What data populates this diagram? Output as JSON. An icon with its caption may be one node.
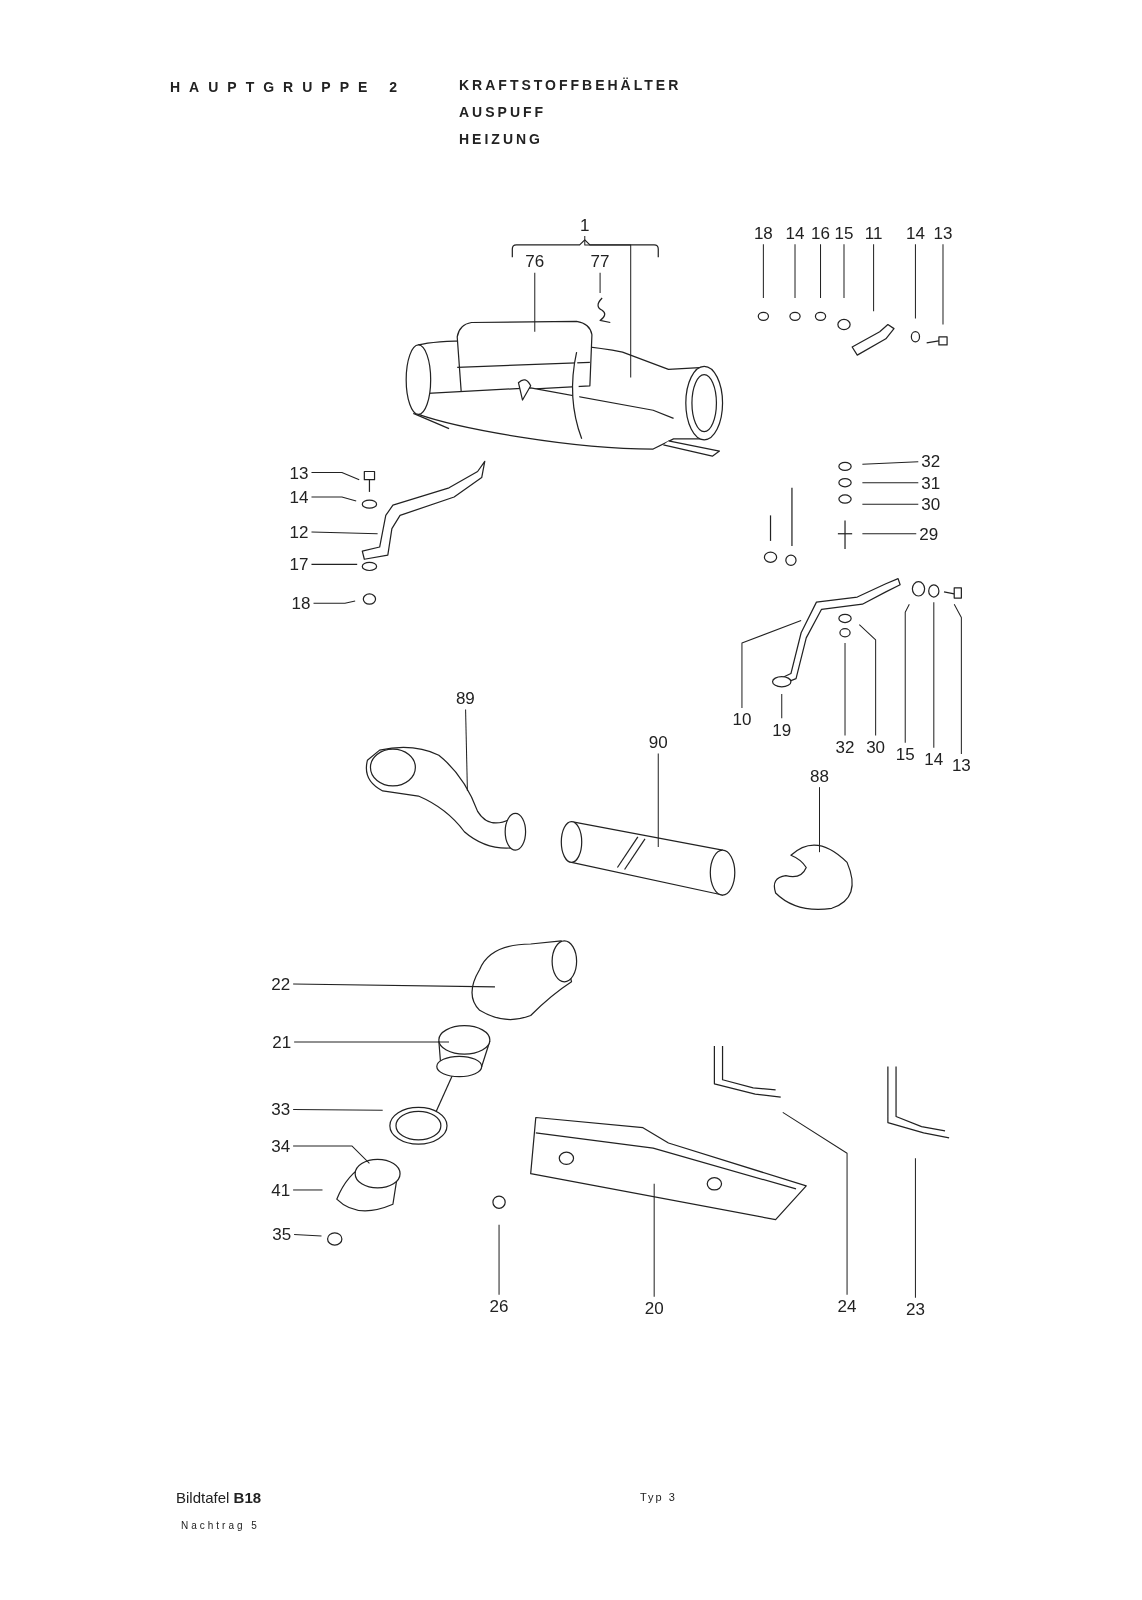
{
  "diagram": {
    "title": "HAUPTGRUPPE 2",
    "nodes": [
      {
        "text": [
          "1"
        ]
      },
      {
        "text": [
          "76"
        ]
      },
      {
        "text": [
          "77"
        ]
      },
      {
        "text": [
          "18"
        ]
      },
      {
        "text": [
          "14"
        ]
      },
      {
        "text": [
          "16"
        ]
      },
      {
        "text": [
          "15"
        ]
      },
      {
        "text": [
          "11"
        ]
      },
      {
        "text": [
          "14"
        ]
      },
      {
        "text": [
          "13"
        ]
      },
      {
        "text": [
          "13"
        ]
      },
      {
        "text": [
          "14"
        ]
      },
      {
        "text": [
          "12"
        ]
      },
      {
        "text": [
          "17"
        ]
      },
      {
        "text": [
          "18"
        ]
      },
      {
        "text": [
          "32"
        ]
      },
      {
        "text": [
          "31"
        ]
      },
      {
        "text": [
          "30"
        ]
      },
      {
        "text": [
          "29"
        ]
      },
      {
        "text": [
          "10"
        ]
      },
      {
        "text": [
          "19"
        ]
      },
      {
        "text": [
          "32"
        ]
      },
      {
        "text": [
          "30"
        ]
      },
      {
        "text": [
          "15"
        ]
      },
      {
        "text": [
          "14"
        ]
      },
      {
        "text": [
          "13"
        ]
      },
      {
        "text": [
          "89"
        ]
      },
      {
        "text": [
          "90"
        ]
      },
      {
        "text": [
          "88"
        ]
      },
      {
        "text": [
          "22"
        ]
      },
      {
        "text": [
          "21"
        ]
      },
      {
        "text": [
          "33"
        ]
      },
      {
        "text": [
          "34"
        ]
      },
      {
        "text": [
          "41"
        ]
      },
      {
        "text": [
          "35"
        ]
      },
      {
        "text": [
          "26"
        ]
      },
      {
        "text": [
          "20"
        ]
      },
      {
        "text": [
          "24"
        ]
      },
      {
        "text": [
          "23"
        ]
      }
    ],
    "edges": [
      {
        "from": 0,
        "to": null,
        "arrow": "none"
      },
      {
        "from": 1,
        "to": null,
        "arrow": "none"
      },
      {
        "from": 2,
        "to": null,
        "arrow": "none"
      },
      {
        "from": 3,
        "to": null,
        "arrow": "none"
      },
      {
        "from": 4,
        "to": null,
        "arrow": "none"
      },
      {
        "from": 5,
        "to": null,
        "arrow": "none"
      },
      {
        "from": 6,
        "to": null,
        "arrow": "none"
      },
      {
        "from": 7,
        "to": null,
        "arrow": "none"
      },
      {
        "from": 8,
        "to": null,
        "arrow": "none"
      },
      {
        "from": 9,
        "to": null,
        "arrow": "none"
      },
      {
        "from": 10,
        "to": null,
        "arrow": "none"
      },
      {
        "from": 11,
        "to": null,
        "arrow": "none"
      },
      {
        "from": 12,
        "to": null,
        "arrow": "none"
      },
      {
        "from": 13,
        "to": null,
        "arrow": "none"
      },
      {
        "from": 14,
        "to": null,
        "arrow": "none"
      },
      {
        "from": 15,
        "to": null,
        "arrow": "none"
      },
      {
        "from": 16,
        "to": null,
        "arrow": "none"
      },
      {
        "from": 17,
        "to": null,
        "arrow": "none"
      },
      {
        "from": 18,
        "to": null,
        "arrow": "none"
      },
      {
        "from": 19,
        "to": null,
        "arrow": "none"
      },
      {
        "from": 20,
        "to": null,
        "arrow": "none"
      },
      {
        "from": 21,
        "to": null,
        "arrow": "none"
      },
      {
        "from": 22,
        "to": null,
        "arrow": "none"
      },
      {
        "from": 23,
        "to": null,
        "arrow": "none"
      },
      {
        "from": 24,
        "to": null,
        "arrow": "none"
      },
      {
        "from": 25,
        "to": null,
        "arrow": "none"
      },
      {
        "from": 26,
        "to": null,
        "arrow": "none"
      },
      {
        "from": 27,
        "to": null,
        "arrow": "none"
      },
      {
        "from": 28,
        "to": null,
        "arrow": "none"
      },
      {
        "from": 29,
        "to": null,
        "arrow": "none"
      },
      {
        "from": 30,
        "to": null,
        "arrow": "none"
      },
      {
        "from": 31,
        "to": null,
        "arrow": "none"
      },
      {
        "from": 32,
        "to": null,
        "arrow": "none"
      },
      {
        "from": 33,
        "to": null,
        "arrow": "none"
      },
      {
        "from": 34,
        "to": null,
        "arrow": "none"
      },
      {
        "from": 35,
        "to": null,
        "arrow": "none"
      },
      {
        "from": 36,
        "to": null,
        "arrow": "none"
      },
      {
        "from": 37,
        "to": null,
        "arrow": "none"
      },
      {
        "from": 38,
        "to": null,
        "arrow": "none"
      }
    ],
    "labels": [
      "KRAFTSTOFFBEHÄLTER",
      "AUSPUFF",
      "HEIZUNG",
      "Bildtafel **B18**",
      "Typ 3",
      "Nachtrag 5"
    ]
  }
}
